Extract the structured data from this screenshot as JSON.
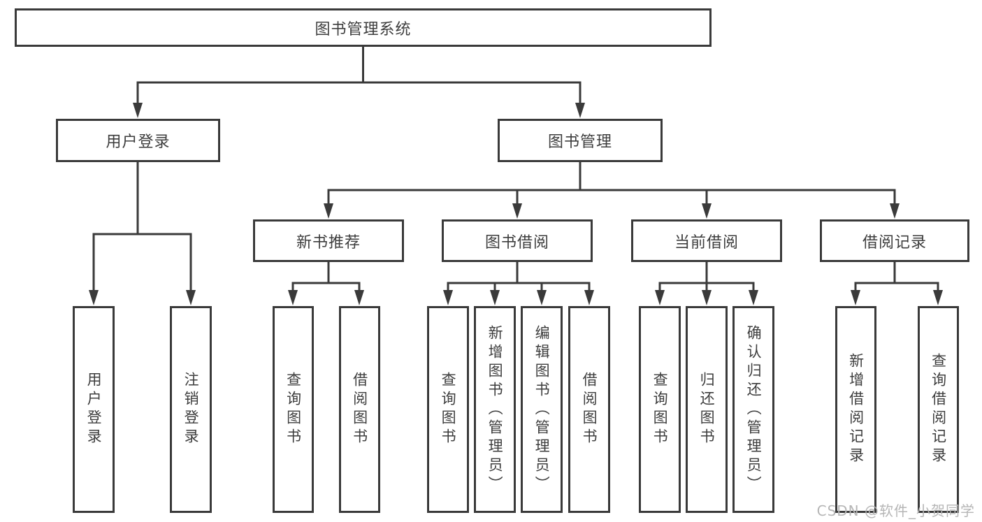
{
  "diagram": {
    "root": {
      "label": "图书管理系统"
    },
    "branches": [
      {
        "label": "用户登录",
        "leaves": [
          {
            "label": "用户登录"
          },
          {
            "label": "注销登录"
          }
        ]
      },
      {
        "label": "图书管理",
        "children": [
          {
            "label": "新书推荐",
            "leaves": [
              {
                "label": "查询图书"
              },
              {
                "label": "借阅图书"
              }
            ]
          },
          {
            "label": "图书借阅",
            "leaves": [
              {
                "label": "查询图书"
              },
              {
                "label": "新增图书（管理员）"
              },
              {
                "label": "编辑图书（管理员）"
              },
              {
                "label": "借阅图书"
              }
            ]
          },
          {
            "label": "当前借阅",
            "leaves": [
              {
                "label": "查询图书"
              },
              {
                "label": "归还图书"
              },
              {
                "label": "确认归还（管理员）"
              }
            ]
          },
          {
            "label": "借阅记录",
            "leaves": [
              {
                "label": "新增借阅记录"
              },
              {
                "label": "查询借阅记录"
              }
            ]
          }
        ]
      }
    ]
  },
  "watermark": {
    "text": "CSDN @软件_小贺同学"
  },
  "colors": {
    "line": "#3a3a3a",
    "text": "#3d3d3d",
    "watermark": "#b6b6b6",
    "background": "#ffffff"
  }
}
